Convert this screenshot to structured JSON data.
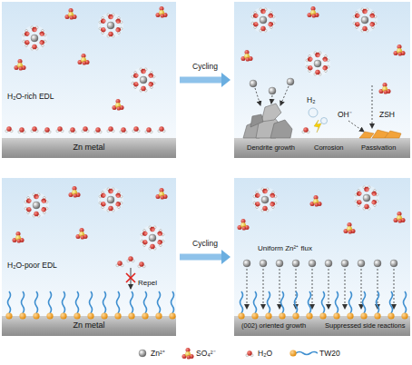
{
  "diagram": {
    "nodes": [
      {
        "text": [
          "H₂O-rich EDL"
        ]
      },
      {
        "text": [
          "Zn metal"
        ],
        "in": 0
      },
      {
        "text": [
          "H₂",
          "OH⁻",
          "ZSH"
        ]
      },
      {
        "text": [
          "Dendrite growth",
          "Corrosion",
          "Passivation"
        ],
        "in": 2
      },
      {
        "text": [
          "H₂O-poor EDL",
          "Repel"
        ]
      },
      {
        "text": [
          "Zn metal"
        ],
        "in": 4
      },
      {
        "text": [
          "Uniform Zn²⁺ flux"
        ]
      },
      {
        "text": [
          "(002) oriented growth",
          "Suppressed side reactions"
        ],
        "in": 6
      }
    ],
    "edges": [
      {
        "from": 0,
        "to": 2,
        "arrow": "to",
        "label": "Cycling"
      },
      {
        "from": 4,
        "to": 6,
        "arrow": "to",
        "label": "Cycling"
      }
    ],
    "legend": [
      {
        "text": "Zn²⁺"
      },
      {
        "text": "SO₄²⁻"
      },
      {
        "text": "H₂O"
      },
      {
        "text": "TW20"
      }
    ]
  }
}
